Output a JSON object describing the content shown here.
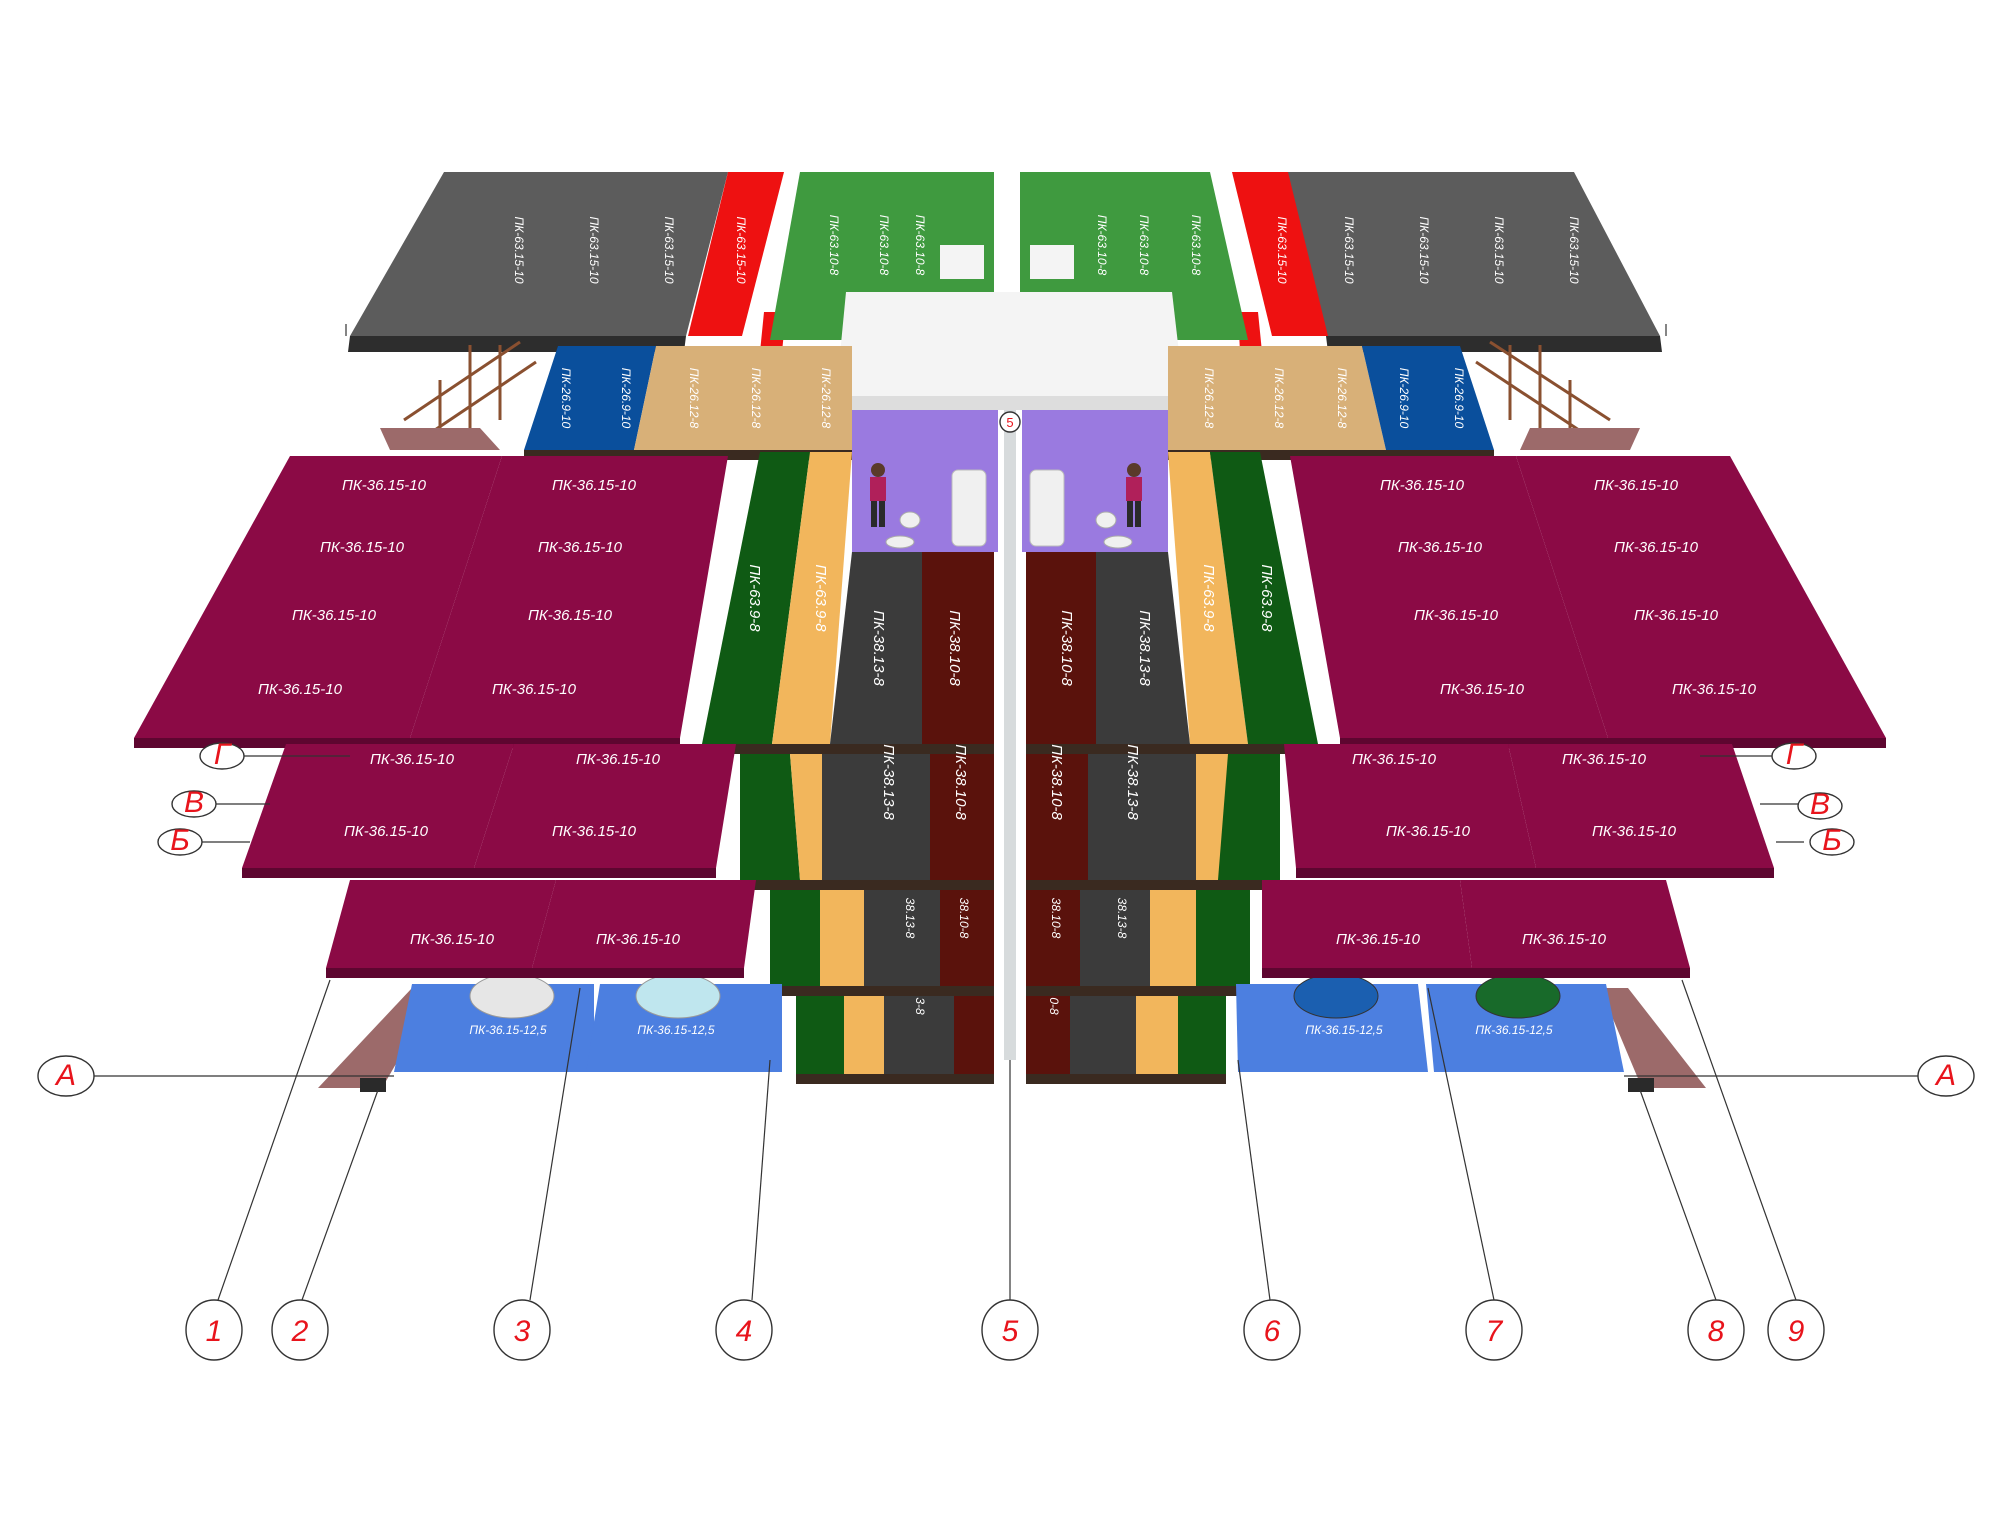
{
  "colors": {
    "slab_maroon": "#8b0a45",
    "slab_maroon_dark": "#5e0630",
    "slab_gray_dark": "#3b3b3b",
    "slab_gray": "#5c5c5c",
    "slab_green_dark": "#0f5a14",
    "slab_green": "#3f9a3f",
    "slab_tan": "#f2b65c",
    "slab_beige": "#d8b078",
    "slab_brown": "#5a120c",
    "slab_blue_dark": "#0a4f9c",
    "slab_blue_light": "#4c7fe0",
    "slab_red": "#ee1111",
    "slab_white": "#f4f4f4",
    "bathroom_purple": "#9a7ae0",
    "brick": "#9c6a6a",
    "axis_red": "#e8141c"
  },
  "axes_columns": [
    "1",
    "2",
    "3",
    "4",
    "5",
    "6",
    "7",
    "8",
    "9"
  ],
  "axes_rows_left": [
    "Г",
    "В",
    "Б",
    "А"
  ],
  "axes_rows_right": [
    "Г",
    "В",
    "Б",
    "А"
  ],
  "axis_top_marker": "5",
  "slab_labels": {
    "maroon": "ПК-36.15-10",
    "blue_light": "ПК-36.15-12,5",
    "green_vertical": "ПК-63.9-8",
    "tan_vertical": "ПК-63.9-8",
    "gray_vertical": "ПК-38.13-8",
    "brown_vertical": "ПК-38.10-8",
    "gray_vertical_cut": "38.13-8",
    "brown_vertical_cut": "38.10-8",
    "brown_vertical_tiny": "0-8",
    "gray_vertical_tiny": "3-8",
    "beige_top": "ПК-26.12-8",
    "blue_top": "ПК-26.9-10",
    "red_top": "ПК-63.15-10",
    "gray_top": "ПК-63.15-10",
    "green_top": "ПК-63.10-8"
  }
}
